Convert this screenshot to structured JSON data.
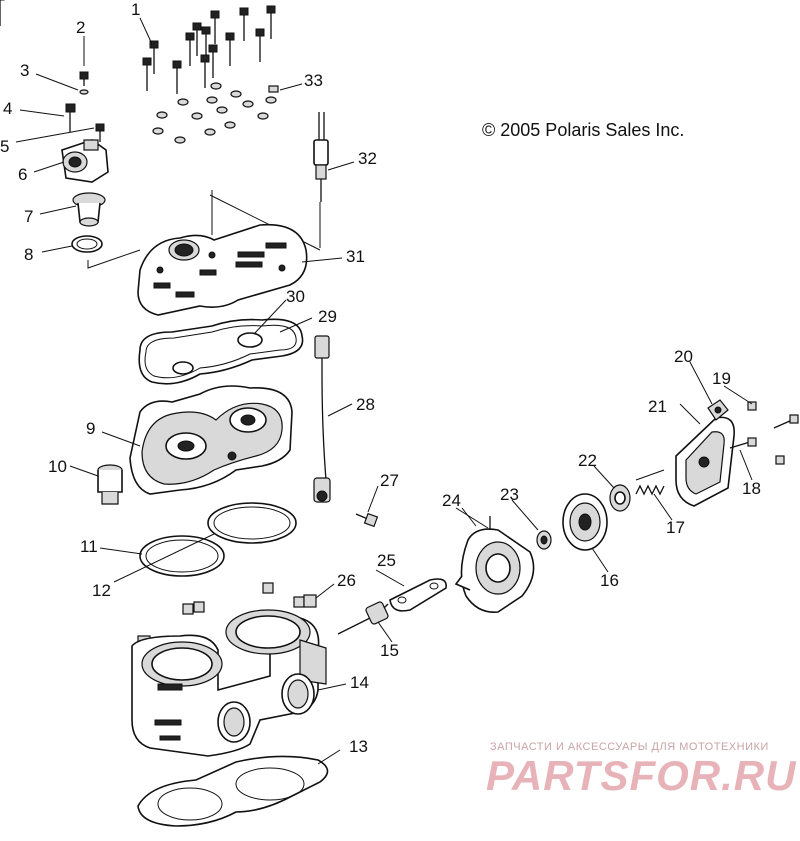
{
  "copyright": "© 2005 Polaris Sales Inc.",
  "watermark": {
    "subtitle": "ЗАПЧАСТИ И АКСЕССУАРЫ ДЛЯ МОТОТЕХНИКИ",
    "logo": "PARTSFOR.RU"
  },
  "callouts": [
    "1",
    "2",
    "3",
    "4",
    "5",
    "6",
    "7",
    "8",
    "9",
    "10",
    "11",
    "12",
    "13",
    "14",
    "15",
    "16",
    "17",
    "18",
    "19",
    "20",
    "21",
    "22",
    "23",
    "24",
    "25",
    "26",
    "27",
    "28",
    "29",
    "30",
    "31",
    "32",
    "33"
  ],
  "colors": {
    "ink": "#111111",
    "watermark": "#e7b3b8"
  }
}
